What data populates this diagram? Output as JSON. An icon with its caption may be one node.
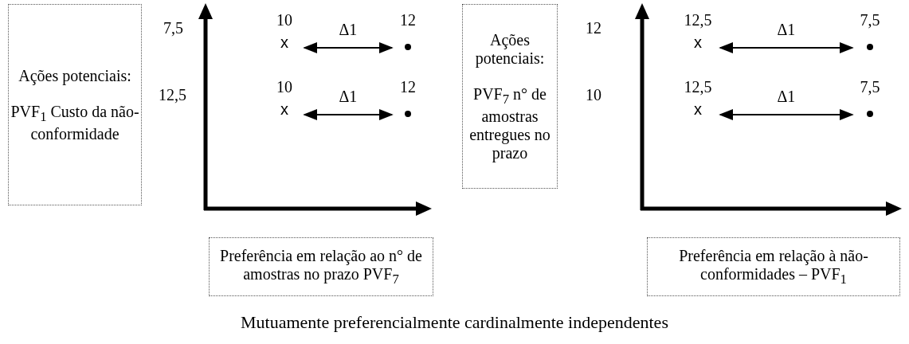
{
  "diagram": {
    "caption": "Mutuamente preferencialmente cardinalmente independentes",
    "nodes": [
      {
        "text": [
          "Ações potenciais:",
          "PVF$_{1}$ Custo da não-conformidade"
        ]
      },
      {
        "text": [
          "10",
          "x"
        ]
      },
      {
        "text": [
          "12"
        ]
      },
      {
        "text": [
          "10",
          "x"
        ]
      },
      {
        "text": [
          "12"
        ]
      },
      {
        "text": [
          "Ações potenciais:",
          "PVF$_{7}$ n° de amostras entregues no prazo"
        ]
      },
      {
        "text": [
          "12,5",
          "x"
        ]
      },
      {
        "text": [
          "7,5"
        ]
      },
      {
        "text": [
          "12,5",
          "x"
        ]
      },
      {
        "text": [
          "7,5"
        ]
      },
      {
        "text": [
          "Preferência em relação ao n° de amostras no prazo PVF$_{7}$"
        ]
      },
      {
        "text": [
          "Preferência em relação à não-conformidades – PVF$_{1}$"
        ]
      }
    ],
    "edges": [
      {
        "from": 1,
        "to": 2,
        "arrow": "both",
        "label": "Δ1"
      },
      {
        "from": 3,
        "to": 4,
        "arrow": "both",
        "label": "Δ1"
      },
      {
        "from": 6,
        "to": 7,
        "arrow": "both",
        "label": "Δ1"
      },
      {
        "from": 8,
        "to": 9,
        "arrow": "both",
        "label": "Δ1"
      }
    ],
    "labels": [
      "7,5",
      "12,5",
      "12",
      "10"
    ]
  }
}
